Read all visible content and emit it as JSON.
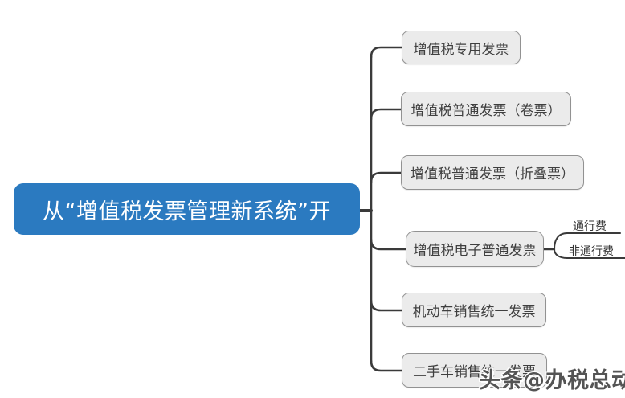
{
  "diagram": {
    "root": {
      "label": "从“增值税发票管理新系统”开"
    },
    "children": [
      {
        "label": "增值税专用发票"
      },
      {
        "label": "增值税普通发票（卷票）"
      },
      {
        "label": "增值税普通发票（折叠票）"
      },
      {
        "label": "增值税电子普通发票",
        "children": [
          {
            "label": "通行费"
          },
          {
            "label": "非通行费"
          }
        ]
      },
      {
        "label": "机动车销售统一发票"
      },
      {
        "label": "二手车销售统一发票"
      }
    ],
    "colors": {
      "root_fill": "#2B7AC0",
      "root_text": "#FFFFFF",
      "child_fill": "#EBEBEB",
      "child_border": "#929292",
      "child_text": "#3F3F3F",
      "line": "#3A3A3A"
    }
  },
  "watermark": {
    "text": "头条@办税总动员"
  }
}
